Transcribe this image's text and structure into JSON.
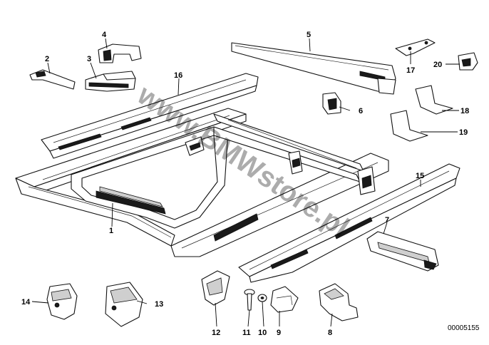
{
  "watermark": "www.BMWstore.pl",
  "drawing_code": "00005155",
  "callouts": {
    "c1": "1",
    "c2": "2",
    "c3": "3",
    "c4": "4",
    "c5": "5",
    "c6": "6",
    "c7": "7",
    "c8": "8",
    "c9": "9",
    "c10": "10",
    "c11": "11",
    "c12": "12",
    "c13": "13",
    "c14": "14",
    "c15": "15",
    "c16": "16",
    "c17": "17",
    "c18": "18",
    "c19": "19",
    "c20": "20"
  }
}
